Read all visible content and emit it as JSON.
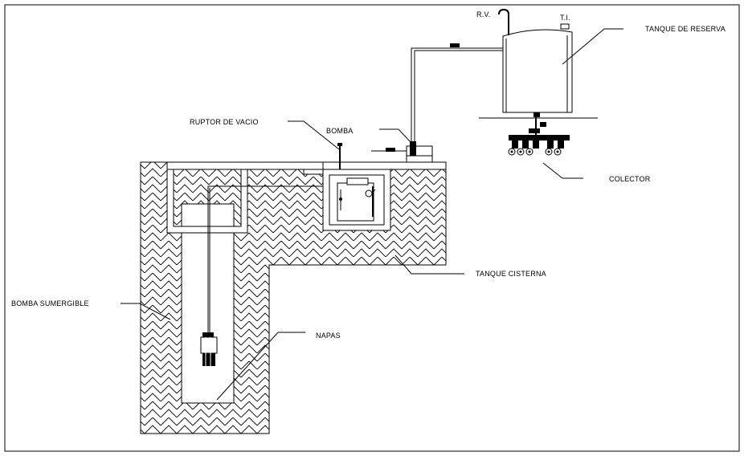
{
  "labels": {
    "rv": "R.V.",
    "ti": "T.I.",
    "tanque_reserva": "TANQUE DE RESERVA",
    "ruptor": "RUPTOR DE VACIO",
    "bomba": "BOMBA",
    "colector": "COLECTOR",
    "tanque_cisterna": "TANQUE CISTERNA",
    "bomba_sumergible": "BOMBA SUMERGIBLE",
    "napas": "NAPAS"
  }
}
